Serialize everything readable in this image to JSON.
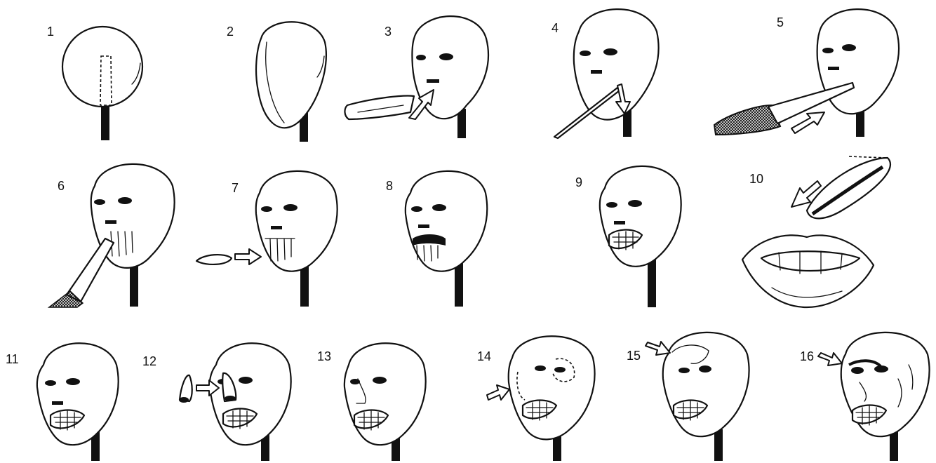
{
  "steps": [
    {
      "number": "1"
    },
    {
      "number": "2"
    },
    {
      "number": "3"
    },
    {
      "number": "4"
    },
    {
      "number": "5"
    },
    {
      "number": "6"
    },
    {
      "number": "7"
    },
    {
      "number": "8"
    },
    {
      "number": "9"
    },
    {
      "number": "10"
    },
    {
      "number": "11"
    },
    {
      "number": "12"
    },
    {
      "number": "13"
    },
    {
      "number": "14"
    },
    {
      "number": "15"
    },
    {
      "number": "16"
    }
  ],
  "colors": {
    "ink": "#111111",
    "paper": "#ffffff"
  }
}
